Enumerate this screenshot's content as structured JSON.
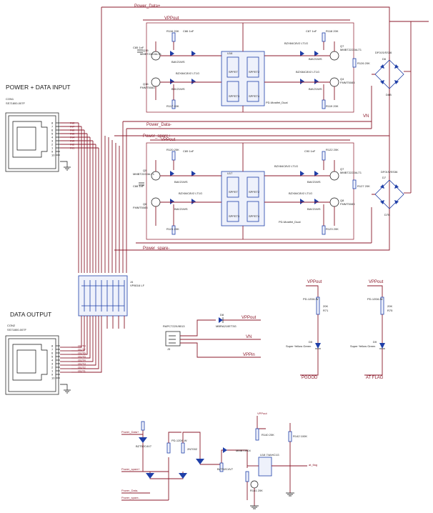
{
  "sections": {
    "input_title": "POWER + DATA INPUT",
    "output_title": "DATA OUTPUT"
  },
  "connectors": {
    "con1": {
      "ref": "CON1",
      "part": "SS71800-007F"
    },
    "con2": {
      "ref": "CON2",
      "part": "SS71800-007F"
    },
    "j4": {
      "ref": "J4",
      "part": "VP8016 LF"
    },
    "j3": {
      "ref": "J3",
      "part": "RAPC722X/8013"
    }
  },
  "rj45_pins": [
    "8",
    "7",
    "6",
    "5",
    "4",
    "3",
    "2",
    "1",
    "9",
    "10"
  ],
  "input_nets": [
    "IN8",
    "IN7",
    "IN6",
    "IN5",
    "IN4",
    "IN3",
    "IN2",
    "IN1"
  ],
  "output_nets": [
    "OUT8",
    "OUT7",
    "OUT6",
    "OUT5",
    "OUT4",
    "OUT3",
    "OUT2",
    "OUT1"
  ],
  "nets": {
    "power_data_pos": "Power_Data+",
    "power_data_neg": "Power_Data-",
    "power_spare_pos": "Power_spare+",
    "power_spare_neg": "Power_spare-",
    "vppout": "VPPout",
    "vn": "VN",
    "vppin": "VPPin",
    "pgood": "PGOOD",
    "at_flag": "AT FLAG"
  },
  "bridge_top": {
    "u_ref": "U16",
    "u_part": "PD-Mostfet_Dual",
    "bridge_ref": "D6",
    "bridge_part": "DF01S/SS36",
    "q_left": [
      "Q15",
      "Q16"
    ],
    "q_right": [
      "Q7",
      "Q4"
    ],
    "q_part_top": "MMBT2222ALT1",
    "q_part_bot": "FMMT5083",
    "res_left": [
      "R116 20K",
      "R117 20K"
    ],
    "res_right": [
      "R118 20K",
      "R119 20K"
    ],
    "zener": "BZX84C8V2 LT1G",
    "diode": "BAV21WS",
    "caps": [
      "C85 1nF",
      "C86 1nF",
      "C87 1nF"
    ],
    "ac_label": "D6B",
    "extra_res": "R126 20K"
  },
  "bridge_bot": {
    "u_ref": "U17",
    "u_part": "PD-Mostfet_Dual",
    "bridge_ref": "D7",
    "bridge_part": "DF01S/SS36",
    "q_left": [
      "Q5",
      "Q6"
    ],
    "q_right": [
      "Q7",
      "Q8"
    ],
    "q_part_top": "MMBT2222ALT1",
    "q_part_bot": "FMMT5083",
    "res_left": [
      "R120 20K",
      "R121 20K"
    ],
    "res_right": [
      "R122 20K",
      "R123 20K"
    ],
    "zener": "BZX84C8V2 LT1G",
    "diode": "BAV21WS",
    "caps": [
      "C88 1nF",
      "C89 1nF",
      "C90 1nF"
    ],
    "ac_label": "D7B",
    "extra_res": "R127 20K"
  },
  "mosfet_pins": [
    "SPFET",
    "SPFET2",
    "SPFET3",
    "SPFET4"
  ],
  "diode_d8": {
    "ref": "D8",
    "part": "MBRA210ET3G"
  },
  "leds": {
    "left": {
      "res_ref": "R71",
      "res_val": "20K",
      "res_part": "PD-12D6-W",
      "led_ref": "D5",
      "led_part": "Super Yellow Green"
    },
    "right": {
      "res_ref": "R75",
      "res_val": "20K",
      "res_part": "PD-12D6-W",
      "led_ref": "D9",
      "led_part": "Super Yellow Green"
    }
  },
  "bottom_circuit": {
    "labels": [
      "Power_Data+",
      "Power_spare+",
      "Power_Data-",
      "Power_spare-",
      "VPPout",
      "at_flag"
    ],
    "parts": [
      "BZT52C4V7",
      "PD-12D6-W",
      "2N7002",
      "MMBT3904",
      "R140 20K",
      "R141 20K",
      "R142 100K",
      "U18 74AHC1G"
    ]
  }
}
